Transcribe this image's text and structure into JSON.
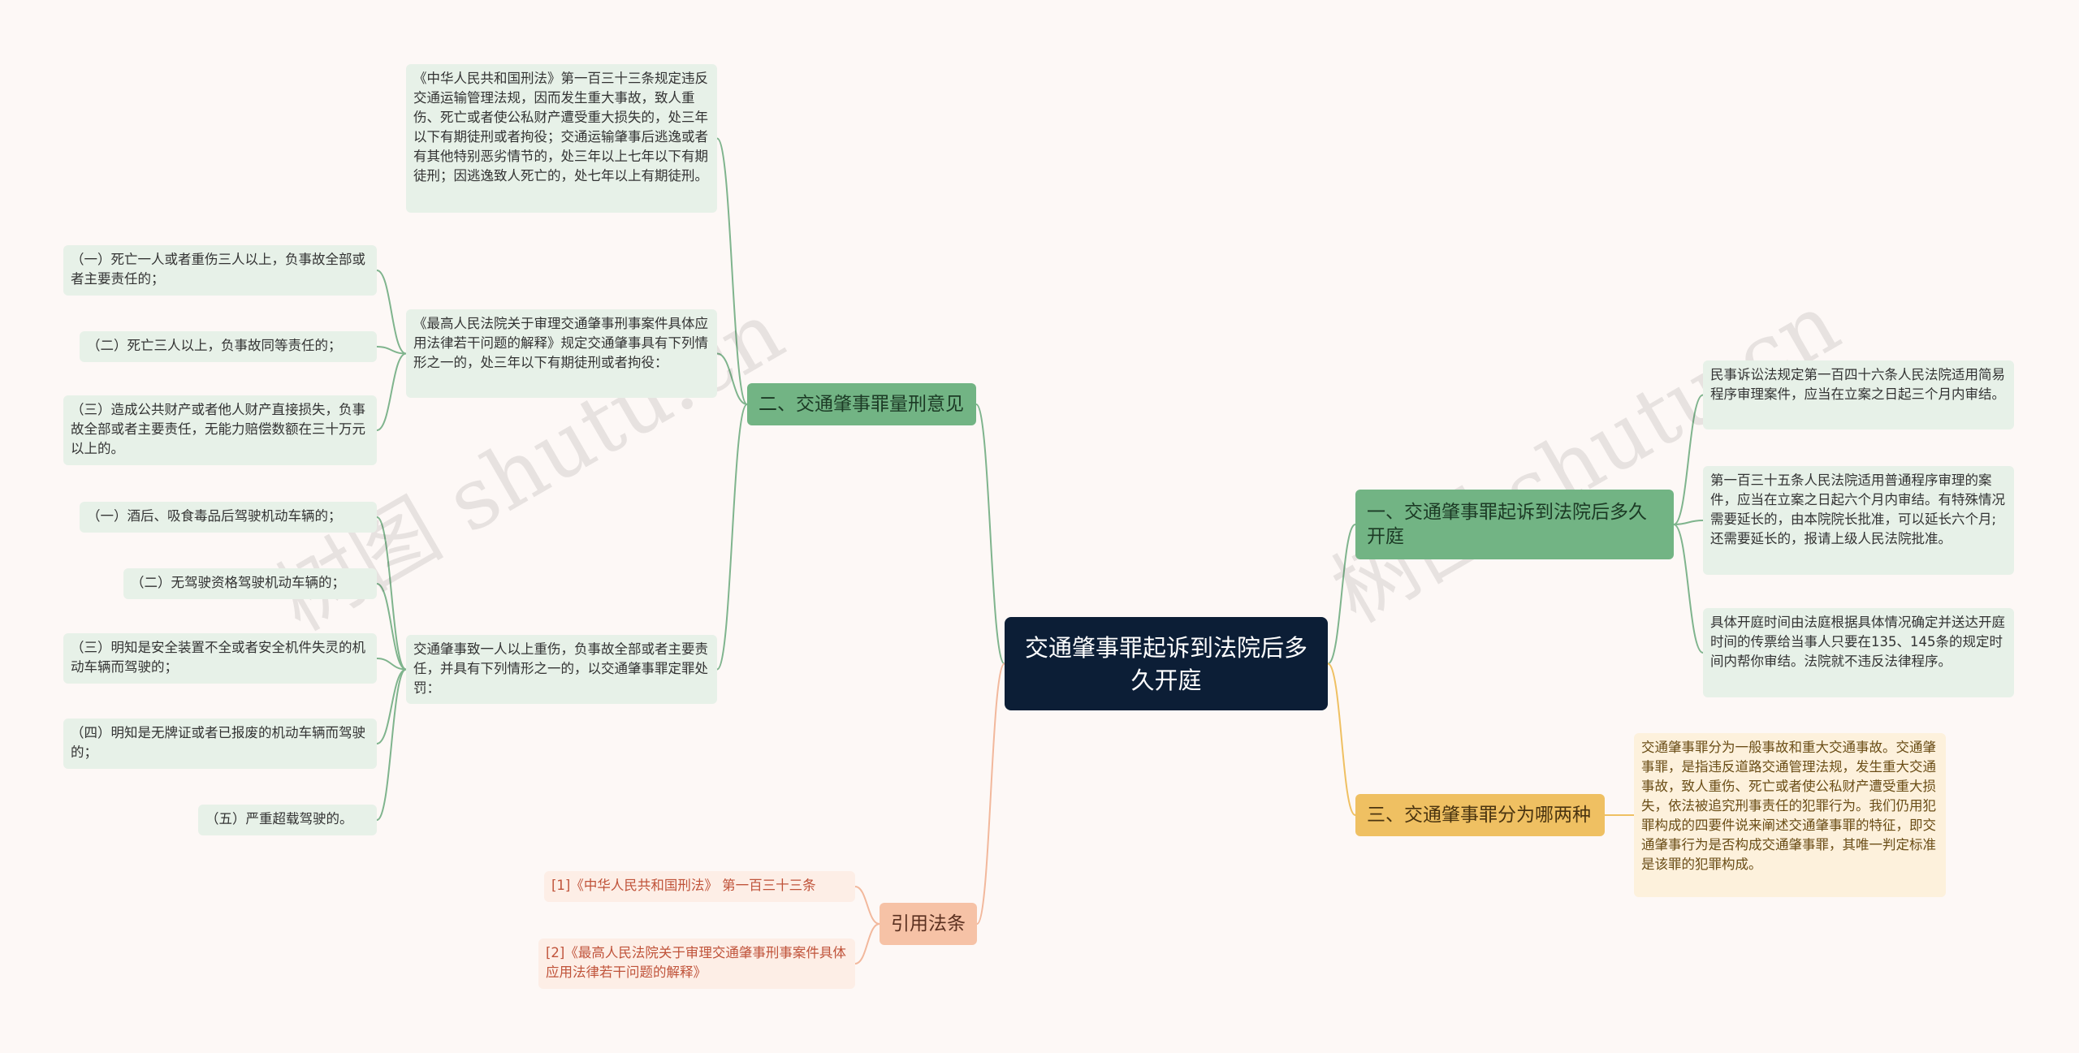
{
  "root": {
    "label": "交通肇事罪起诉到法院后多久开庭"
  },
  "branches": {
    "sentencing": {
      "label": "二、交通肇事罪量刑意见",
      "law133": "《中华人民共和国刑法》第一百三十三条规定违反交通运输管理法规，因而发生重大事故，致人重伤、死亡或者使公私财产遭受重大损失的，处三年以下有期徒刑或者拘役；交通运输肇事后逃逸或者有其他特别恶劣情节的，处三年以上七年以下有期徒刑；因逃逸致人死亡的，处七年以上有期徒刑。",
      "interpretation": {
        "text": "《最高人民法院关于审理交通肇事刑事案件具体应用法律若干问题的解释》规定交通肇事具有下列情形之一的，处三年以下有期徒刑或者拘役：",
        "items": [
          "（一）死亡一人或者重伤三人以上，负事故全部或者主要责任的；",
          "（二）死亡三人以上，负事故同等责任的；",
          "（三）造成公共财产或者他人财产直接损失，负事故全部或者主要责任，无能力赔偿数额在三十万元以上的。"
        ]
      },
      "injury": {
        "text": "交通肇事致一人以上重伤，负事故全部或者主要责任，并具有下列情形之一的，以交通肇事罪定罪处罚：",
        "items": [
          "（一）酒后、吸食毒品后驾驶机动车辆的；",
          "（二）无驾驶资格驾驶机动车辆的；",
          "（三）明知是安全装置不全或者安全机件失灵的机动车辆而驾驶的；",
          "（四）明知是无牌证或者已报废的机动车辆而驾驶的；",
          "（五）严重超载驾驶的。"
        ]
      }
    },
    "citations": {
      "label": "引用法条",
      "items": [
        "[1]《中华人民共和国刑法》 第一百三十三条",
        "[2]《最高人民法院关于审理交通肇事刑事案件具体应用法律若干问题的解释》"
      ]
    },
    "trial": {
      "label": "一、交通肇事罪起诉到法院后多久开庭",
      "items": [
        "民事诉讼法规定第一百四十六条人民法院适用简易程序审理案件，应当在立案之日起三个月内审结。",
        "第一百三十五条人民法院适用普通程序审理的案件，应当在立案之日起六个月内审结。有特殊情况需要延长的，由本院院长批准，可以延长六个月;还需要延长的，报请上级人民法院批准。",
        "具体开庭时间由法庭根据具体情况确定并送达开庭时间的传票给当事人只要在135、145条的规定时间内帮你审结。法院就不违反法律程序。"
      ]
    },
    "types": {
      "label": "三、交通肇事罪分为哪两种",
      "text": "交通肇事罪分为一般事故和重大交通事故。交通肇事罪，是指违反道路交通管理法规，发生重大交通事故，致人重伤、死亡或者使公私财产遭受重大损失，依法被追究刑事责任的犯罪行为。我们仍用犯罪构成的四要件说来阐述交通肇事罪的特征，即交通肇事行为是否构成交通肇事罪，其唯一判定标准是该罪的犯罪构成。"
    }
  },
  "watermark": "树图 shutu.cn",
  "colors": {
    "root": "#0c1e36",
    "green_branch": "#72b484",
    "green_leaf": "#e7f1e8",
    "green_line": "#7fb48d",
    "yellow_branch": "#efc062",
    "yellow_leaf": "#fdf1dc",
    "yellow_line": "#efc062",
    "salmon_branch": "#f6c2a6",
    "salmon_leaf": "#fdeee6",
    "salmon_line": "#f2b89c"
  }
}
